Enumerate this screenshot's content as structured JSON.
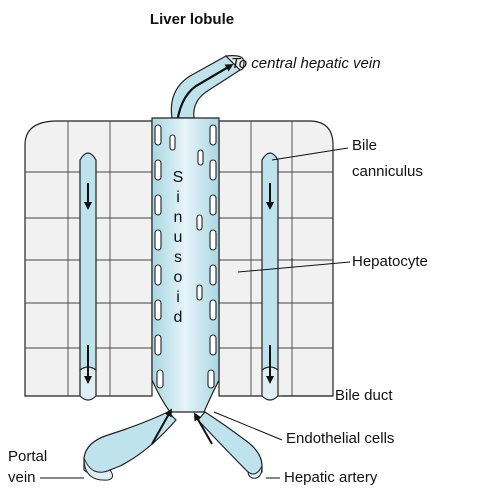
{
  "title": "Liver lobule",
  "labels": {
    "central_vein": "To central hepatic vein",
    "bile_canniculus_line1": "Bile",
    "bile_canniculus_line2": "canniculus",
    "hepatocyte": "Hepatocyte",
    "bile_duct": "Bile duct",
    "endothelial": "Endothelial cells",
    "portal_line1": "Portal",
    "portal_line2": "vein",
    "hepatic_artery": "Hepatic artery"
  },
  "sinusoid_letters": [
    "S",
    "i",
    "n",
    "u",
    "s",
    "o",
    "i",
    "d"
  ],
  "colors": {
    "sinusoid_fill": "#bfe3ec",
    "hepatocyte_fill": "#f1f1f1",
    "outline": "#222222",
    "background": "#ffffff"
  }
}
